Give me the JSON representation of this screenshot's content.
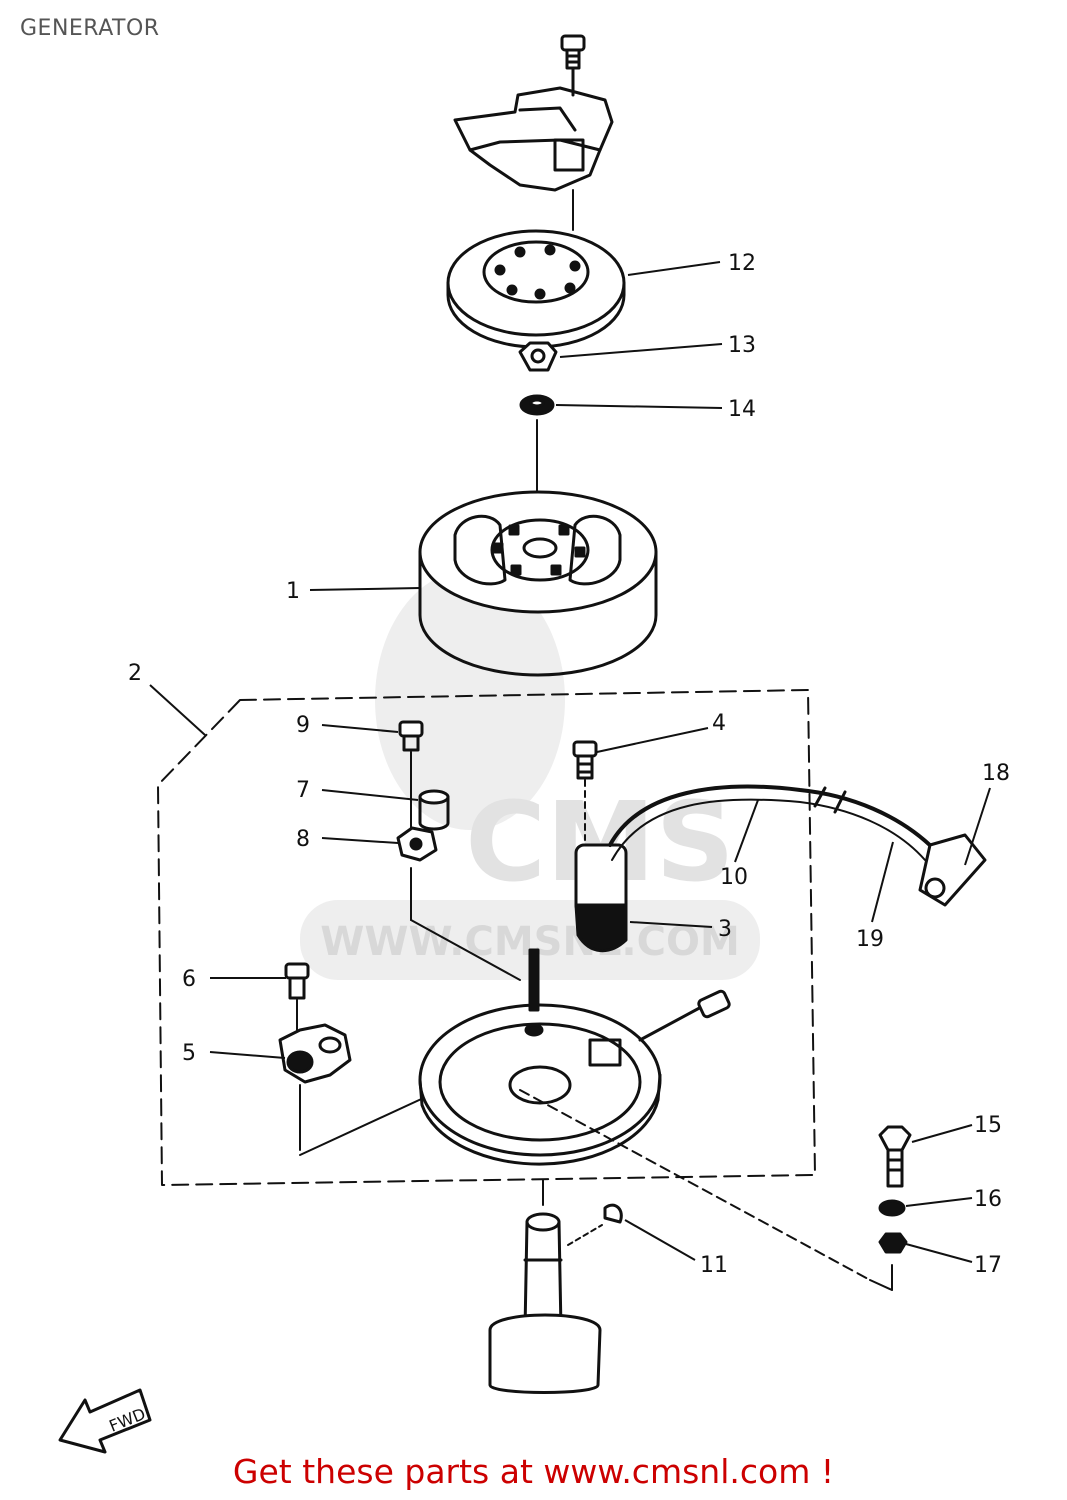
{
  "title": "GENERATOR",
  "footer": {
    "text": "Get these parts at www.cmsnl.com !"
  },
  "watermark": {
    "logo_text": "CMS",
    "url_text": "WWW.CMSNL.COM"
  },
  "fwd_label": "FWD",
  "callouts": [
    {
      "id": "1",
      "label": "1"
    },
    {
      "id": "2",
      "label": "2"
    },
    {
      "id": "3",
      "label": "3"
    },
    {
      "id": "4",
      "label": "4"
    },
    {
      "id": "5",
      "label": "5"
    },
    {
      "id": "6",
      "label": "6"
    },
    {
      "id": "7",
      "label": "7"
    },
    {
      "id": "8",
      "label": "8"
    },
    {
      "id": "9",
      "label": "9"
    },
    {
      "id": "10",
      "label": "10"
    },
    {
      "id": "11",
      "label": "11"
    },
    {
      "id": "12",
      "label": "12"
    },
    {
      "id": "13",
      "label": "13"
    },
    {
      "id": "14",
      "label": "14"
    },
    {
      "id": "15",
      "label": "15"
    },
    {
      "id": "16",
      "label": "16"
    },
    {
      "id": "17",
      "label": "17"
    },
    {
      "id": "18",
      "label": "18"
    },
    {
      "id": "19",
      "label": "19"
    }
  ],
  "colors": {
    "ink": "#111111",
    "footer": "#cc0000",
    "watermark": "#e6e6e6"
  }
}
